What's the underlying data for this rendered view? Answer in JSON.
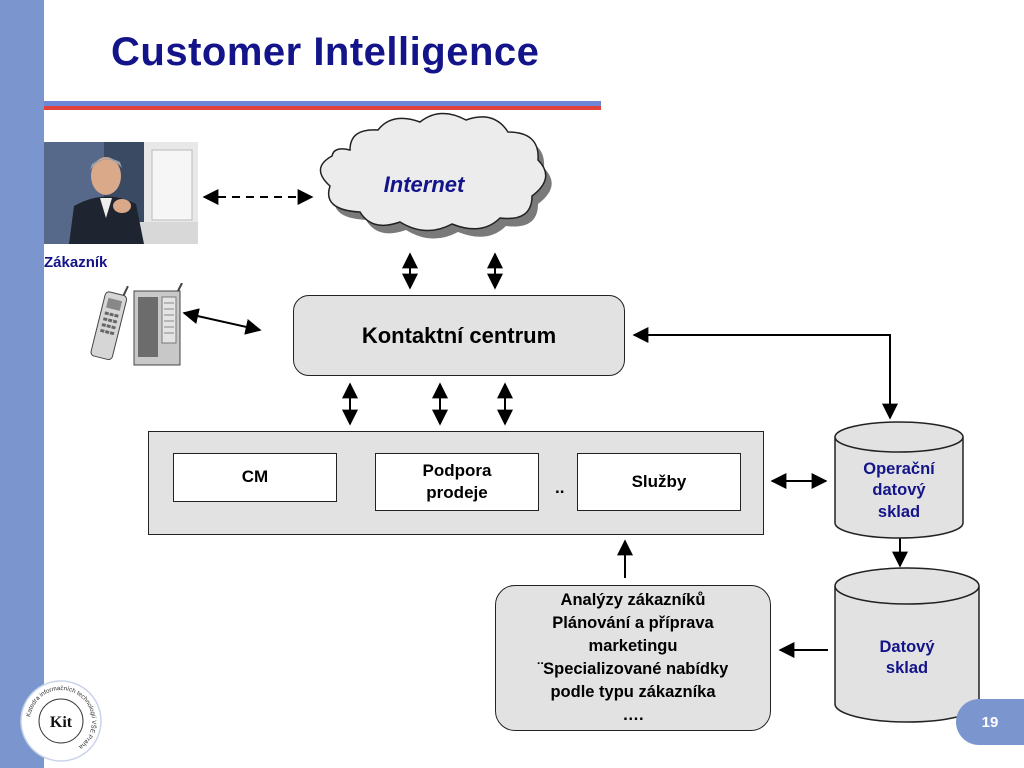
{
  "slide": {
    "title": "Customer Intelligence",
    "page_number": "19"
  },
  "customer": {
    "label": "Zákazník"
  },
  "nodes": {
    "internet": "Internet",
    "contact_center": "Kontaktní centrum",
    "cm": "CM",
    "podpora_line1": "Podpora",
    "podpora_line2": "prodeje",
    "ellipsis": "..",
    "sluzby": "Služby",
    "operational_store": [
      "Operační",
      "datový",
      "sklad"
    ],
    "data_warehouse": [
      "Datový",
      "sklad"
    ],
    "analyses": [
      "Analýzy zákazníků",
      "Plánování a příprava",
      "marketingu",
      "¨Specializované nabídky",
      "podle typu zákazníka",
      "…."
    ]
  },
  "logo": {
    "text": "Kit",
    "ring_text": "Katedra informačních technologií VŠE Praha"
  },
  "colors": {
    "title": "#14148a",
    "stripe": "#7b96cf",
    "rule_blue": "#6e86d6",
    "rule_red": "#e0413a",
    "box_fill": "#e2e2e2",
    "cloud_fill": "#ececec"
  },
  "icons": [
    "customer-photo",
    "telephone-icon",
    "kit-logo"
  ]
}
